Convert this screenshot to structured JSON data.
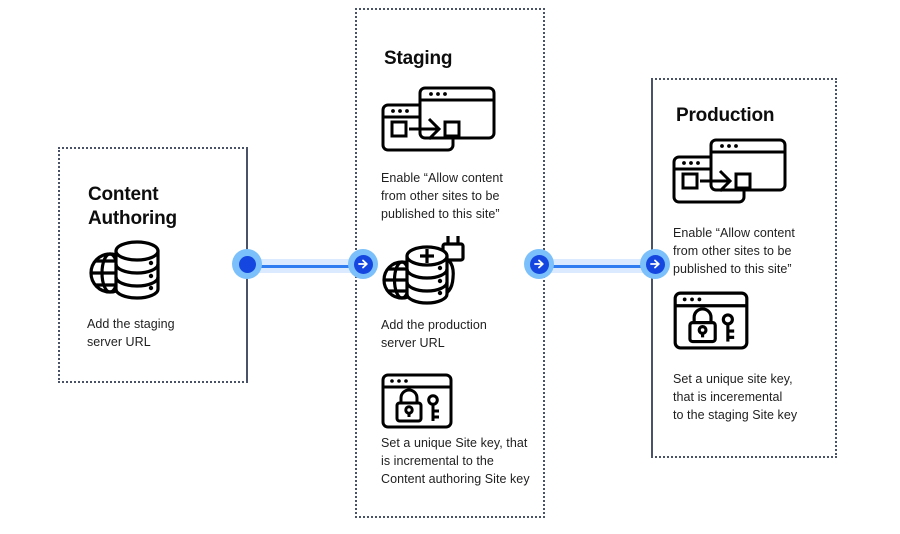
{
  "diagram": {
    "title_hidden": "",
    "columns": [
      {
        "id": "content-authoring",
        "title": "Content\nAuthoring",
        "steps": [
          {
            "icon": "database-globe-icon",
            "caption": "Add the staging\nserver URL"
          }
        ]
      },
      {
        "id": "staging",
        "title": "Staging",
        "steps": [
          {
            "icon": "windows-transfer-icon",
            "caption": "Enable “Allow content\nfrom other sites to be\npublished to this site”"
          },
          {
            "icon": "database-globe-plug-plus-icon",
            "caption": "Add the production\nserver URL"
          },
          {
            "icon": "browser-lock-key-icon",
            "caption": "Set a unique Site key, that\nis incremental to the\nContent authoring Site key"
          }
        ]
      },
      {
        "id": "production",
        "title": "Production",
        "steps": [
          {
            "icon": "windows-transfer-icon",
            "caption": "Enable “Allow content\nfrom other sites to be\npublished to this site”"
          },
          {
            "icon": "browser-lock-key-icon",
            "caption": "Set a unique site key,\nthat is inceremental\nto the staging Site key"
          }
        ]
      }
    ],
    "connectors": [
      {
        "id": "connector-authoring-to-staging",
        "left_node": "filled-circle-node",
        "right_node": "arrow-right-node"
      },
      {
        "id": "connector-staging-to-production",
        "left_node": "arrow-right-node",
        "right_node": "arrow-right-node"
      }
    ],
    "colors": {
      "node_ring": "#7cc0fb",
      "node_core": "#1547e0",
      "connector_band": "#dbeafe",
      "connector_line": "#2f7df0",
      "border": "#4a5268",
      "text": "#1f1f1f",
      "background": "#ffffff"
    }
  }
}
